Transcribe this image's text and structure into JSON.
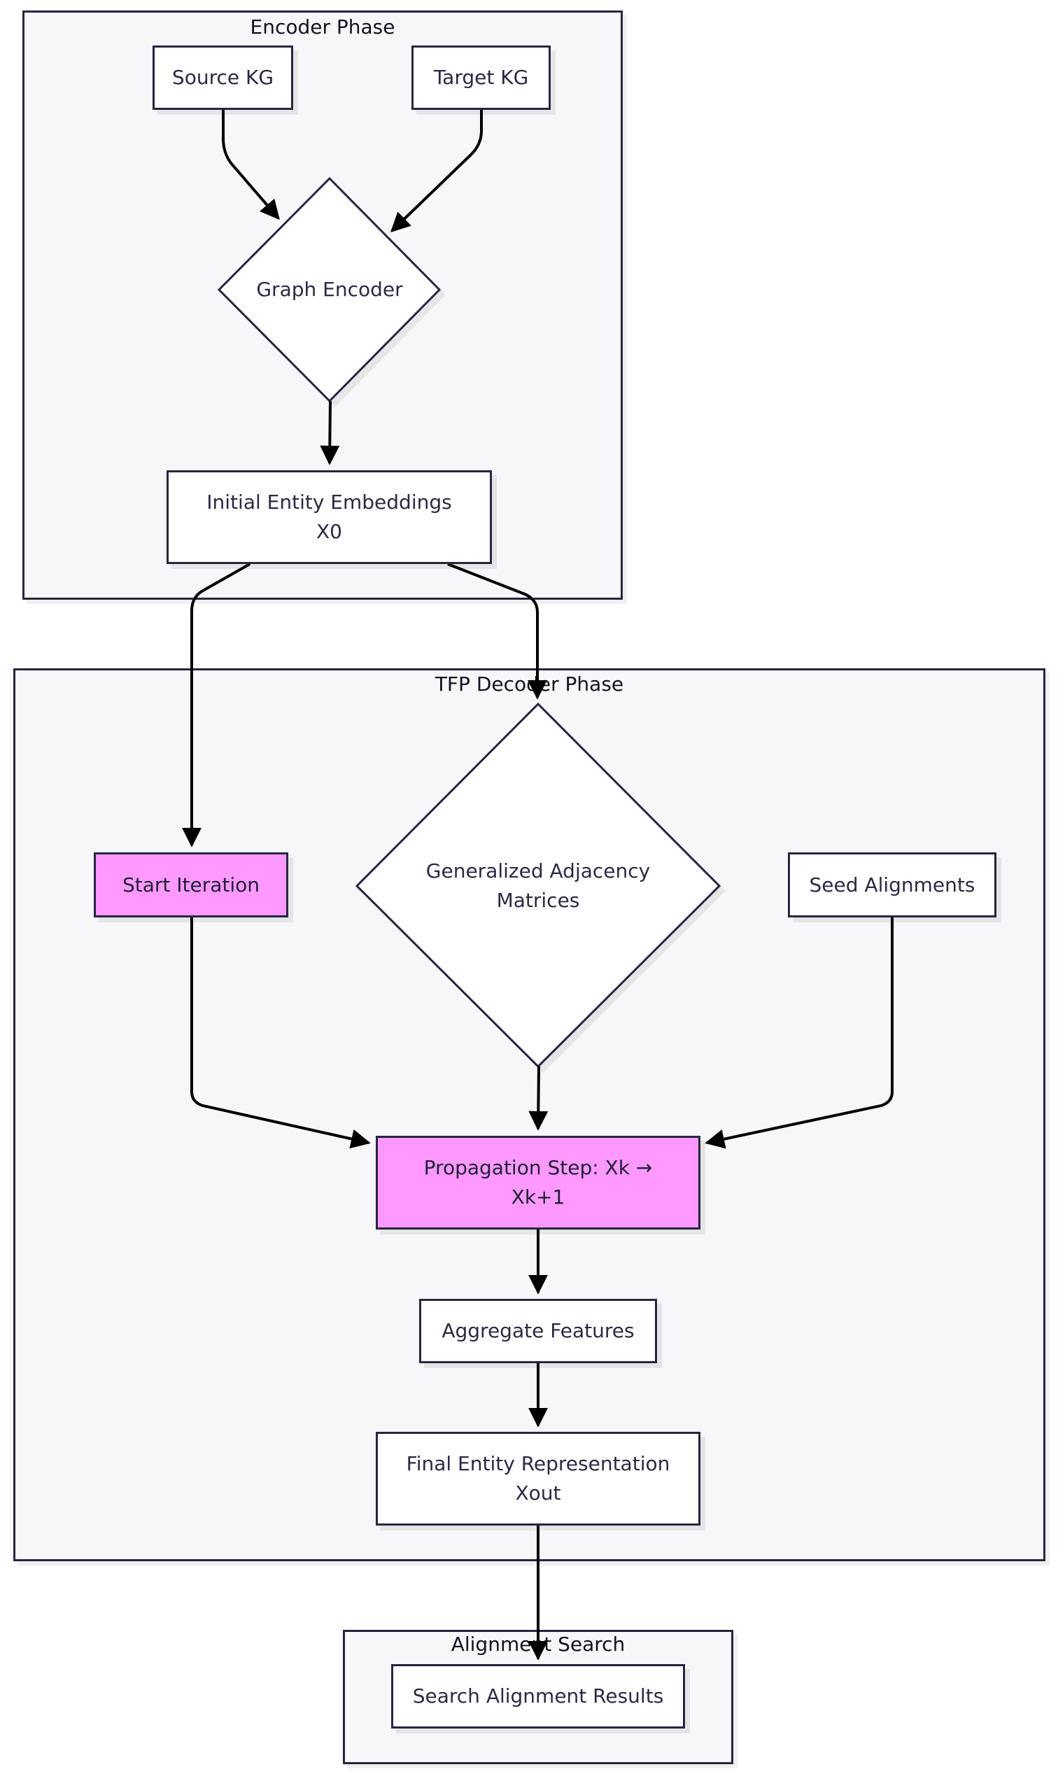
{
  "groups": {
    "encoder": "Encoder Phase",
    "decoder": "TFP Decoder Phase",
    "search": "Alignment Search"
  },
  "nodes": {
    "source_kg": "Source KG",
    "target_kg": "Target KG",
    "graph_encoder": "Graph Encoder",
    "initial_embeddings_line1": "Initial Entity Embeddings",
    "initial_embeddings_line2": "X0",
    "start_iteration": "Start Iteration",
    "adjacency_line1": "Generalized Adjacency",
    "adjacency_line2": "Matrices",
    "seed_alignments": "Seed Alignments",
    "propagation_line1": "Propagation Step: Xk →",
    "propagation_line2": "Xk+1",
    "aggregate": "Aggregate Features",
    "final_line1": "Final Entity Representation",
    "final_line2": "Xout",
    "search_results": "Search Alignment Results"
  },
  "colors": {
    "highlight": "#ff99ff",
    "stroke": "#262640",
    "group_fill": "#f7f7f9"
  }
}
